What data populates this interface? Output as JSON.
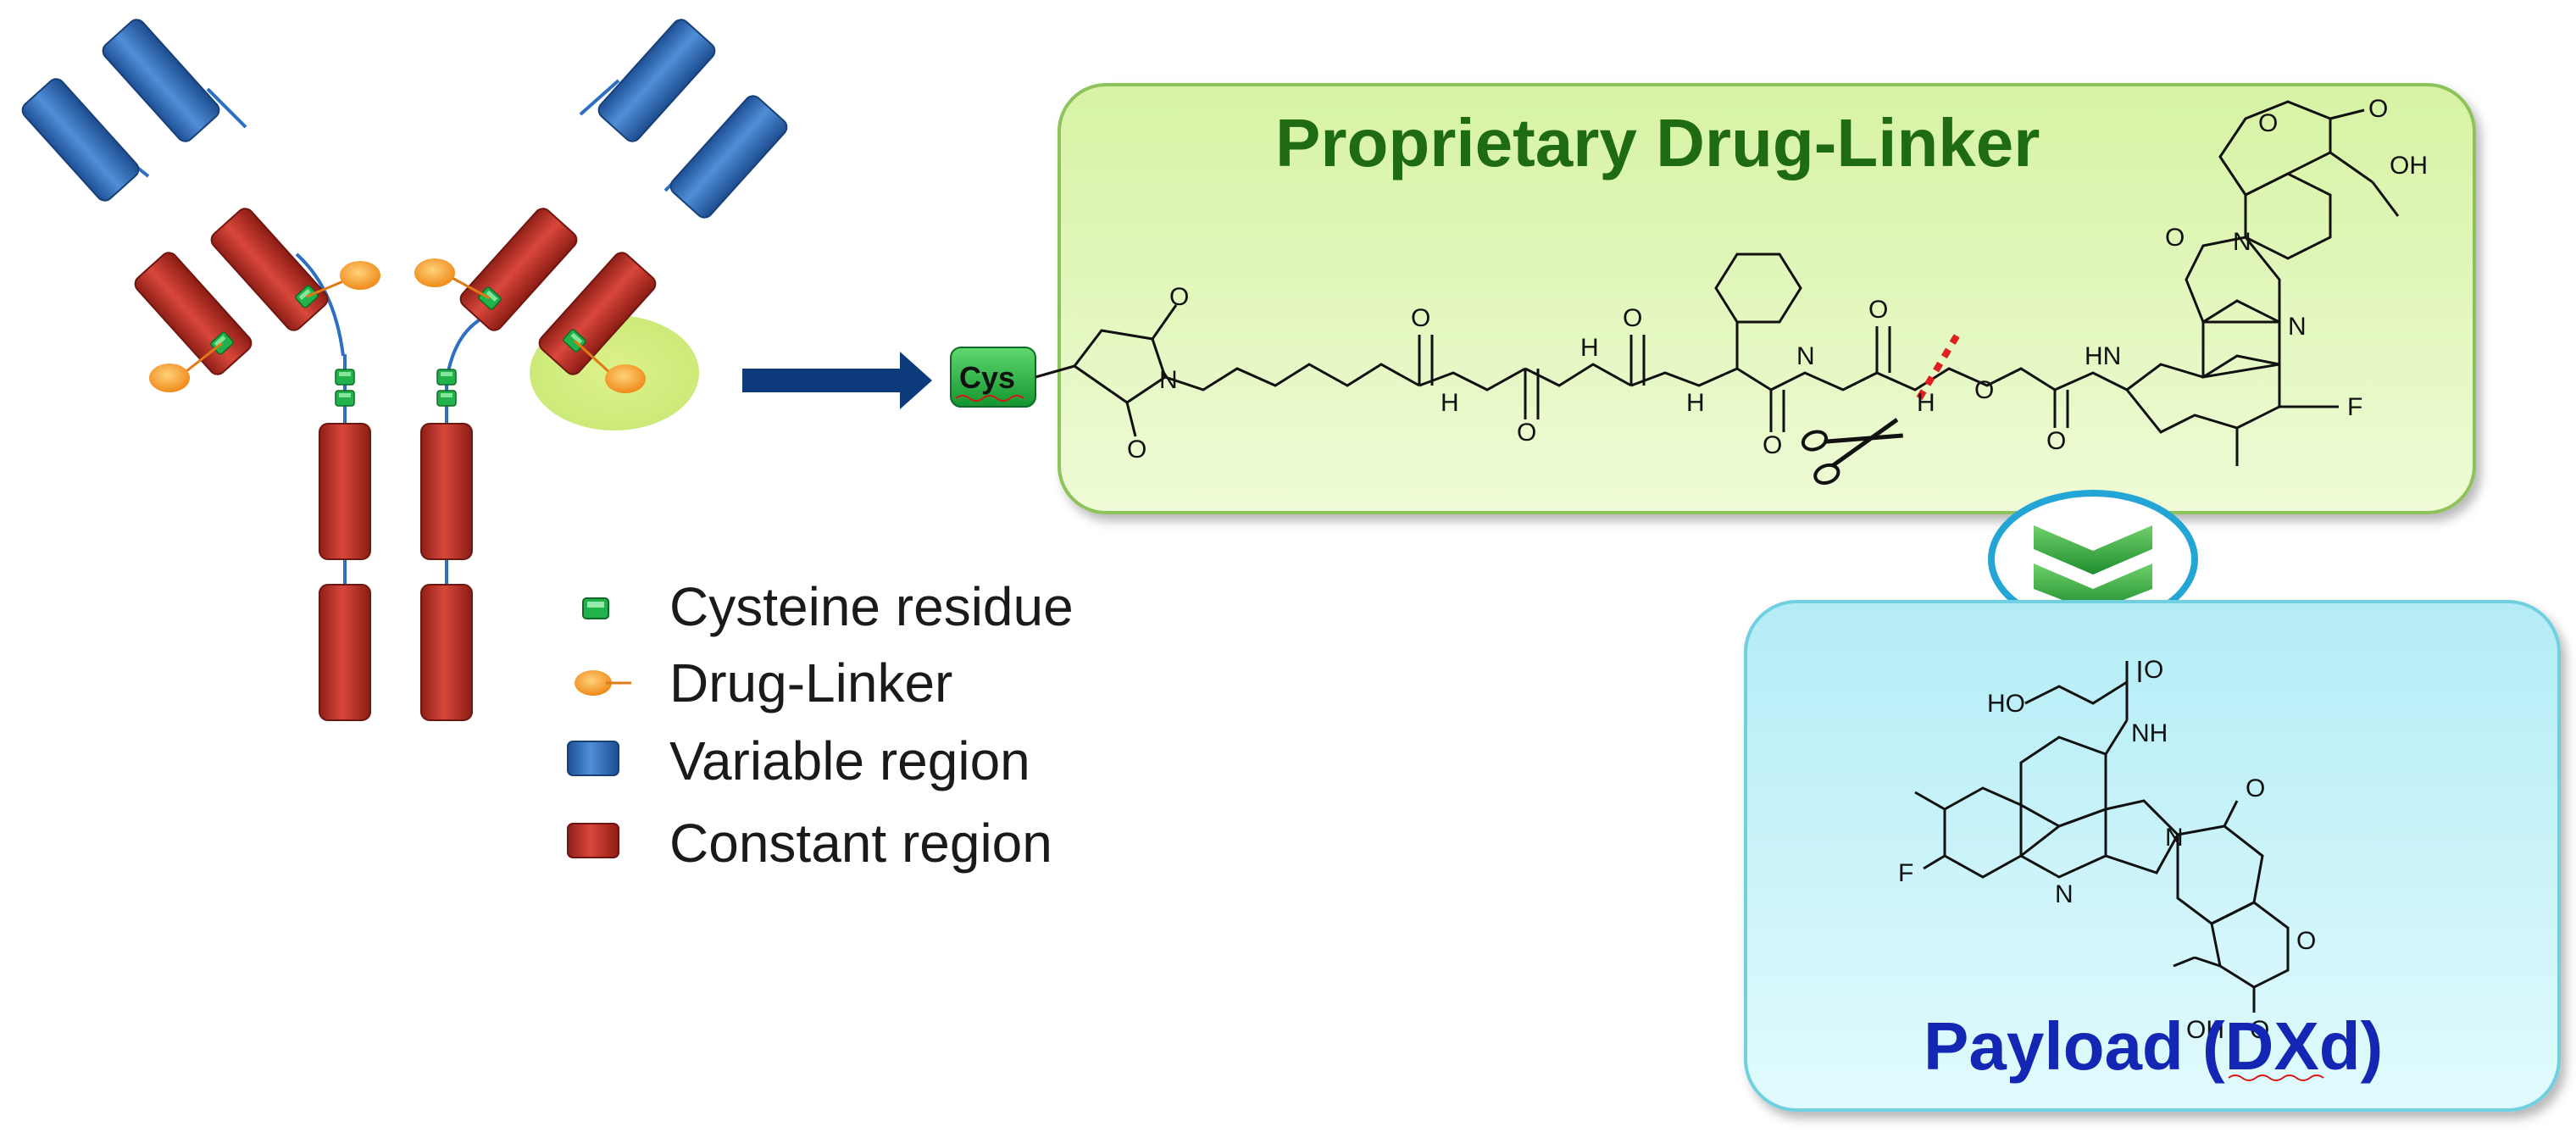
{
  "drug_linker_box": {
    "title": "Proprietary Drug-Linker",
    "title_color": "#1e6b12"
  },
  "payload_box": {
    "title": "Payload (DXd)",
    "title_color": "#1426b4"
  },
  "cys_tag": {
    "label": "Cys"
  },
  "legend": {
    "items": [
      {
        "label": "Cysteine residue",
        "icon": "cysteine-square-icon"
      },
      {
        "label": "Drug-Linker",
        "icon": "drug-linker-oval-icon"
      },
      {
        "label": "Variable region",
        "icon": "variable-region-icon"
      },
      {
        "label": "Constant region",
        "icon": "constant-region-icon"
      }
    ]
  },
  "chem_labels": {
    "O": "O",
    "N": "N",
    "NH": "NH",
    "H": "H",
    "HN": "HN",
    "OH": "OH",
    "HO": "HO",
    "F": "F"
  },
  "colors": {
    "variable_region": "#2f6db8",
    "constant_region": "#c0392b",
    "cysteine": "#22a34a",
    "drug_linker": "#f5a033",
    "arrow": "#0d3a7a",
    "drug_linker_box": "#dff6b4",
    "payload_box": "#c4f1f8"
  }
}
